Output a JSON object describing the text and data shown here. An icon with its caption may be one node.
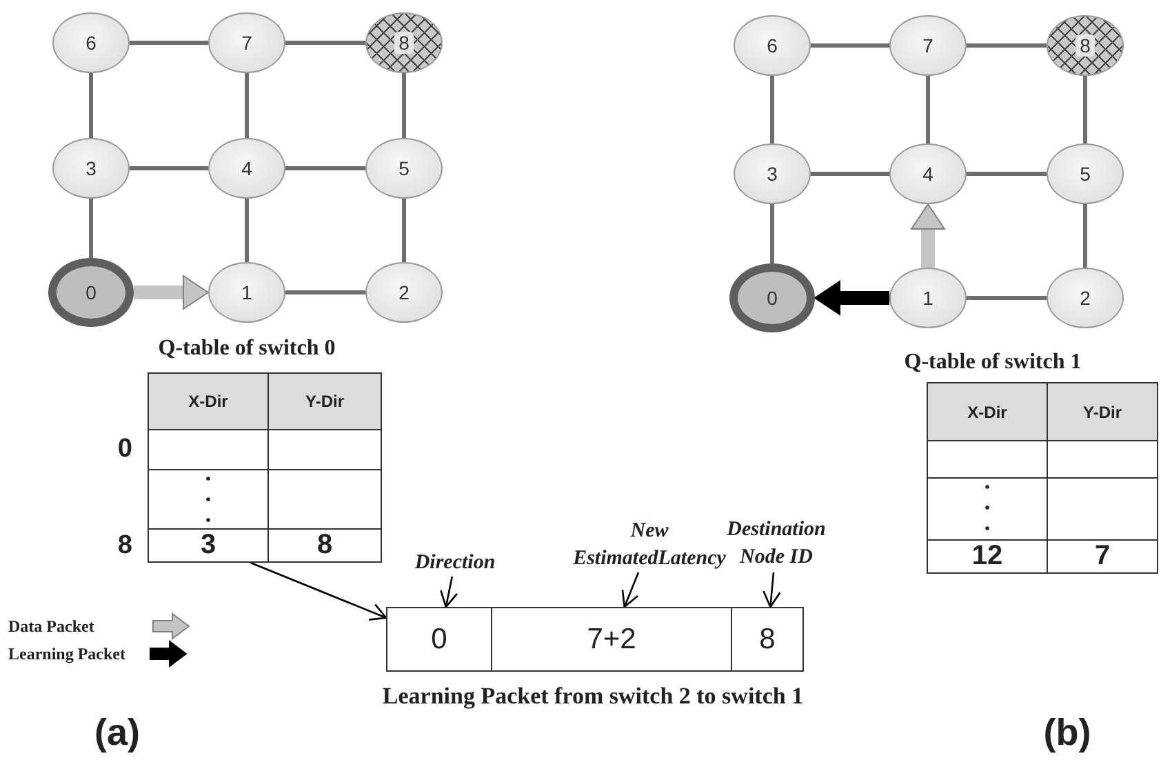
{
  "diagram": {
    "nodes": [
      {
        "text": [
          "6"
        ]
      },
      {
        "text": [
          "7"
        ]
      },
      {
        "text": [
          "8"
        ]
      },
      {
        "text": [
          "3"
        ]
      },
      {
        "text": [
          "4"
        ]
      },
      {
        "text": [
          "5"
        ]
      },
      {
        "text": [
          "0"
        ]
      },
      {
        "text": [
          "1"
        ]
      },
      {
        "text": [
          "2"
        ]
      },
      {
        "text": [
          "6"
        ]
      },
      {
        "text": [
          "7"
        ]
      },
      {
        "text": [
          "8"
        ]
      },
      {
        "text": [
          "3"
        ]
      },
      {
        "text": [
          "4"
        ]
      },
      {
        "text": [
          "5"
        ]
      },
      {
        "text": [
          "0"
        ]
      },
      {
        "text": [
          "1"
        ]
      },
      {
        "text": [
          "2"
        ]
      },
      {
        "text": [
          "3"
        ]
      },
      {
        "text": [
          "Direction"
        ]
      },
      {
        "text": [
          "New EstimatedLatency"
        ]
      },
      {
        "text": [
          "Destination Node ID"
        ]
      },
      {
        "text": [
          "0"
        ]
      },
      {
        "text": [
          "7+2"
        ]
      },
      {
        "text": [
          "8"
        ]
      }
    ],
    "edges": [
      {
        "from": 0,
        "to": 1,
        "arrow": "none"
      },
      {
        "from": 1,
        "to": 2,
        "arrow": "none"
      },
      {
        "from": 3,
        "to": 4,
        "arrow": "none"
      },
      {
        "from": 4,
        "to": 5,
        "arrow": "none"
      },
      {
        "from": 7,
        "to": 8,
        "arrow": "none"
      },
      {
        "from": 0,
        "to": 3,
        "arrow": "none"
      },
      {
        "from": 1,
        "to": 4,
        "arrow": "none"
      },
      {
        "from": 2,
        "to": 5,
        "arrow": "none"
      },
      {
        "from": 3,
        "to": 6,
        "arrow": "none"
      },
      {
        "from": 4,
        "to": 7,
        "arrow": "none"
      },
      {
        "from": 5,
        "to": 8,
        "arrow": "none"
      },
      {
        "from": 6,
        "to": 7,
        "arrow": "to",
        "style": "thick",
        "color": "#c4c4c4"
      },
      {
        "from": 9,
        "to": 10,
        "arrow": "none"
      },
      {
        "from": 10,
        "to": 11,
        "arrow": "none"
      },
      {
        "from": 12,
        "to": 13,
        "arrow": "none"
      },
      {
        "from": 13,
        "to": 14,
        "arrow": "none"
      },
      {
        "from": 16,
        "to": 17,
        "arrow": "none"
      },
      {
        "from": 9,
        "to": 12,
        "arrow": "none"
      },
      {
        "from": 10,
        "to": 13,
        "arrow": "none"
      },
      {
        "from": 11,
        "to": 14,
        "arrow": "none"
      },
      {
        "from": 12,
        "to": 15,
        "arrow": "none"
      },
      {
        "from": 14,
        "to": 17,
        "arrow": "none"
      },
      {
        "from": 16,
        "to": 13,
        "arrow": "to",
        "style": "thick",
        "color": "#c4c4c4"
      },
      {
        "from": 16,
        "to": 15,
        "arrow": "to",
        "style": "thick",
        "color": "#000000"
      },
      {
        "from": 18,
        "to": 22,
        "arrow": "to",
        "color": "#000000"
      },
      {
        "from": 19,
        "to": 22,
        "arrow": "to",
        "color": "#000000"
      },
      {
        "from": 20,
        "to": 23,
        "arrow": "to",
        "color": "#000000"
      },
      {
        "from": 21,
        "to": 24,
        "arrow": "to",
        "color": "#000000"
      }
    ],
    "labels": [
      "Q-table of switch 0",
      "X-Dir",
      "Y-Dir",
      "0",
      "8",
      "8",
      "Q-table of switch 1",
      "X-Dir",
      "Y-Dir",
      "12",
      "7",
      "Learning Packet from switch 2 to switch 1",
      "(a)",
      "(b)"
    ],
    "legend": [
      {
        "text": "Data Packet"
      },
      {
        "text": "Learning Packet"
      }
    ]
  }
}
